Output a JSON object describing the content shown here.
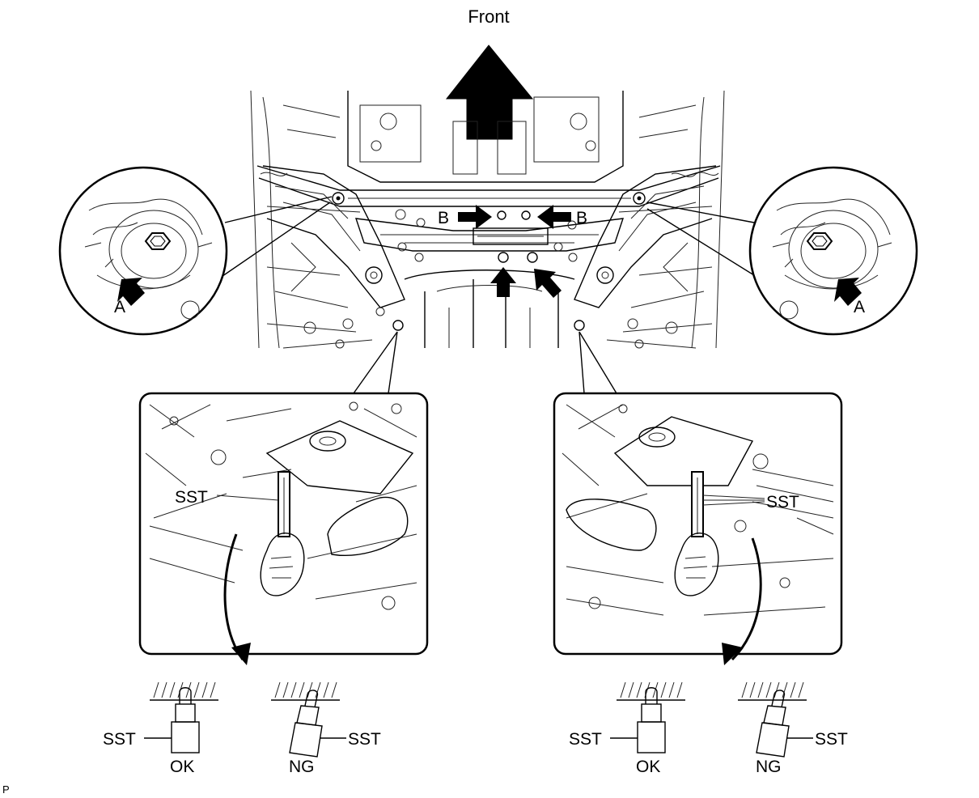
{
  "labels": {
    "front": "Front",
    "a_left": "A",
    "a_right": "A",
    "b_left": "B",
    "b_right": "B",
    "sst_left_panel": "SST",
    "sst_right_panel": "SST",
    "sst_left_ok": "SST",
    "sst_left_ng": "SST",
    "sst_right_ok": "SST",
    "sst_right_ng": "SST",
    "ok_left": "OK",
    "ng_left": "NG",
    "ok_right": "OK",
    "ng_right": "NG",
    "corner_mark": "P"
  }
}
